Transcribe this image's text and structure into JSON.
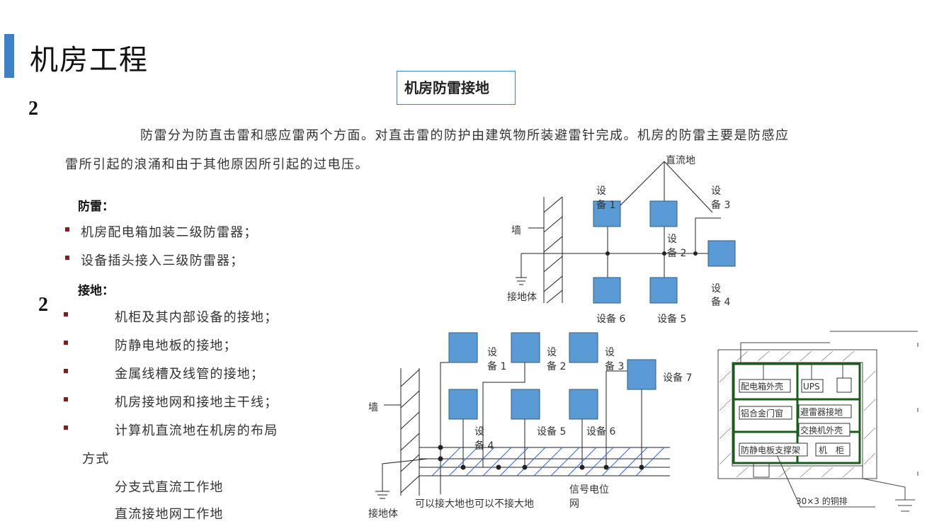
{
  "header": {
    "title": "机房工程",
    "number_top": "2",
    "number_mid": "2"
  },
  "callout": {
    "label": "机房防雷接地"
  },
  "intro": {
    "line1": "防雷分为防直击雷和感应雷两个方面。对直击雷的防护由建筑物所装避雷针完成。机房的防雷主要是防感应",
    "line2": "雷所引起的浪涌和由于其他原因所引起的过电压。"
  },
  "lightning": {
    "heading": "防雷：",
    "items": [
      "机房配电箱加装二级防雷器；",
      "设备插头接入三级防雷器；"
    ]
  },
  "grounding": {
    "heading": "接地：",
    "items": [
      "机柜及其内部设备的接地；",
      "防静电地板的接地；",
      "金属线槽及线管的接地；",
      "机房接地网和接地主干线；",
      "计算机直流地在机房的布局"
    ],
    "continuation": "方式",
    "sub_items": [
      "分支式直流工作地",
      "直流接地网工作地"
    ]
  },
  "diagram1": {
    "dc_ground": "直流地",
    "wall": "墙",
    "ground_body": "接地体",
    "devices": {
      "d1a": "设",
      "d1b": "备 1",
      "d2a": "设",
      "d2b": "备 2",
      "d3a": "设",
      "d3b": "备 3",
      "d4a": "设",
      "d4b": "备 4",
      "d5": "设备 5",
      "d6": "设备 6"
    }
  },
  "diagram2": {
    "wall": "墙",
    "ground_body": "接地体",
    "optional_ground": "可以接大地也可以不接大地",
    "signal_a": "信号电位",
    "signal_b": "网",
    "devices": {
      "d1a": "设",
      "d1b": "备 1",
      "d2a": "设",
      "d2b": "备 2",
      "d3a": "设",
      "d3b": "备 3",
      "d4a": "设",
      "d4b": "备 4",
      "d5": "设备 5",
      "d6": "设备 6",
      "d7": "设备 7"
    }
  },
  "diagram3": {
    "box1": "配电箱外壳",
    "box2": "UPS",
    "box3": "铝合金门窗",
    "box4": "避雷器接地",
    "box5": "交换机外壳",
    "box6": "防静电板支撑架",
    "box7": "机　柜",
    "copper": "30×3 的铜排"
  },
  "colors": {
    "accent": "#3b82c9",
    "device_fill": "#5b9bd5",
    "cabinet_line": "#1a5c1a",
    "bullet": "#8b1a1a"
  }
}
